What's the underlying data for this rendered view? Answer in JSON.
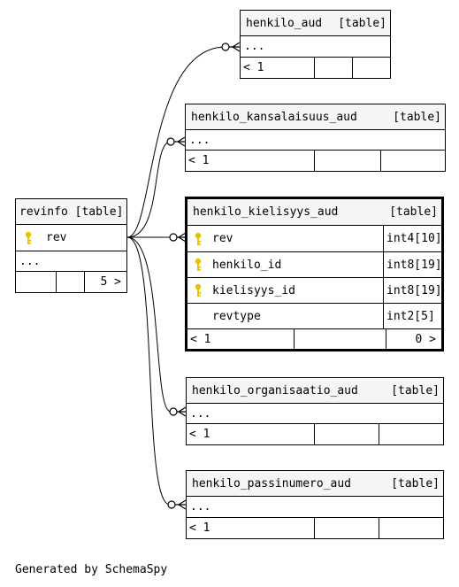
{
  "tables": {
    "revinfo": {
      "name": "revinfo",
      "kind": "[table]",
      "column": "rev",
      "ellipsis": "...",
      "children_count": "5 >"
    },
    "henkilo_aud": {
      "name": "henkilo_aud",
      "kind": "[table]",
      "ellipsis": "...",
      "parents_count": "< 1"
    },
    "henkilo_kansalaisuus_aud": {
      "name": "henkilo_kansalaisuus_aud",
      "kind": "[table]",
      "ellipsis": "...",
      "parents_count": "< 1"
    },
    "henkilo_kielisyys_aud": {
      "name": "henkilo_kielisyys_aud",
      "kind": "[table]",
      "columns": [
        {
          "name": "rev",
          "type": "int4[10]",
          "key": true
        },
        {
          "name": "henkilo_id",
          "type": "int8[19]",
          "key": true
        },
        {
          "name": "kielisyys_id",
          "type": "int8[19]",
          "key": true
        },
        {
          "name": "revtype",
          "type": "int2[5]",
          "key": false
        }
      ],
      "parents_count": "< 1",
      "children_count": "0 >"
    },
    "henkilo_organisaatio_aud": {
      "name": "henkilo_organisaatio_aud",
      "kind": "[table]",
      "ellipsis": "...",
      "parents_count": "< 1"
    },
    "henkilo_passinumero_aud": {
      "name": "henkilo_passinumero_aud",
      "kind": "[table]",
      "ellipsis": "...",
      "parents_count": "< 1"
    }
  },
  "footer": "Generated by SchemaSpy",
  "colors": {
    "header_bg": "#f5f5f5",
    "key_icon": "#e6c200",
    "line": "#000000"
  }
}
